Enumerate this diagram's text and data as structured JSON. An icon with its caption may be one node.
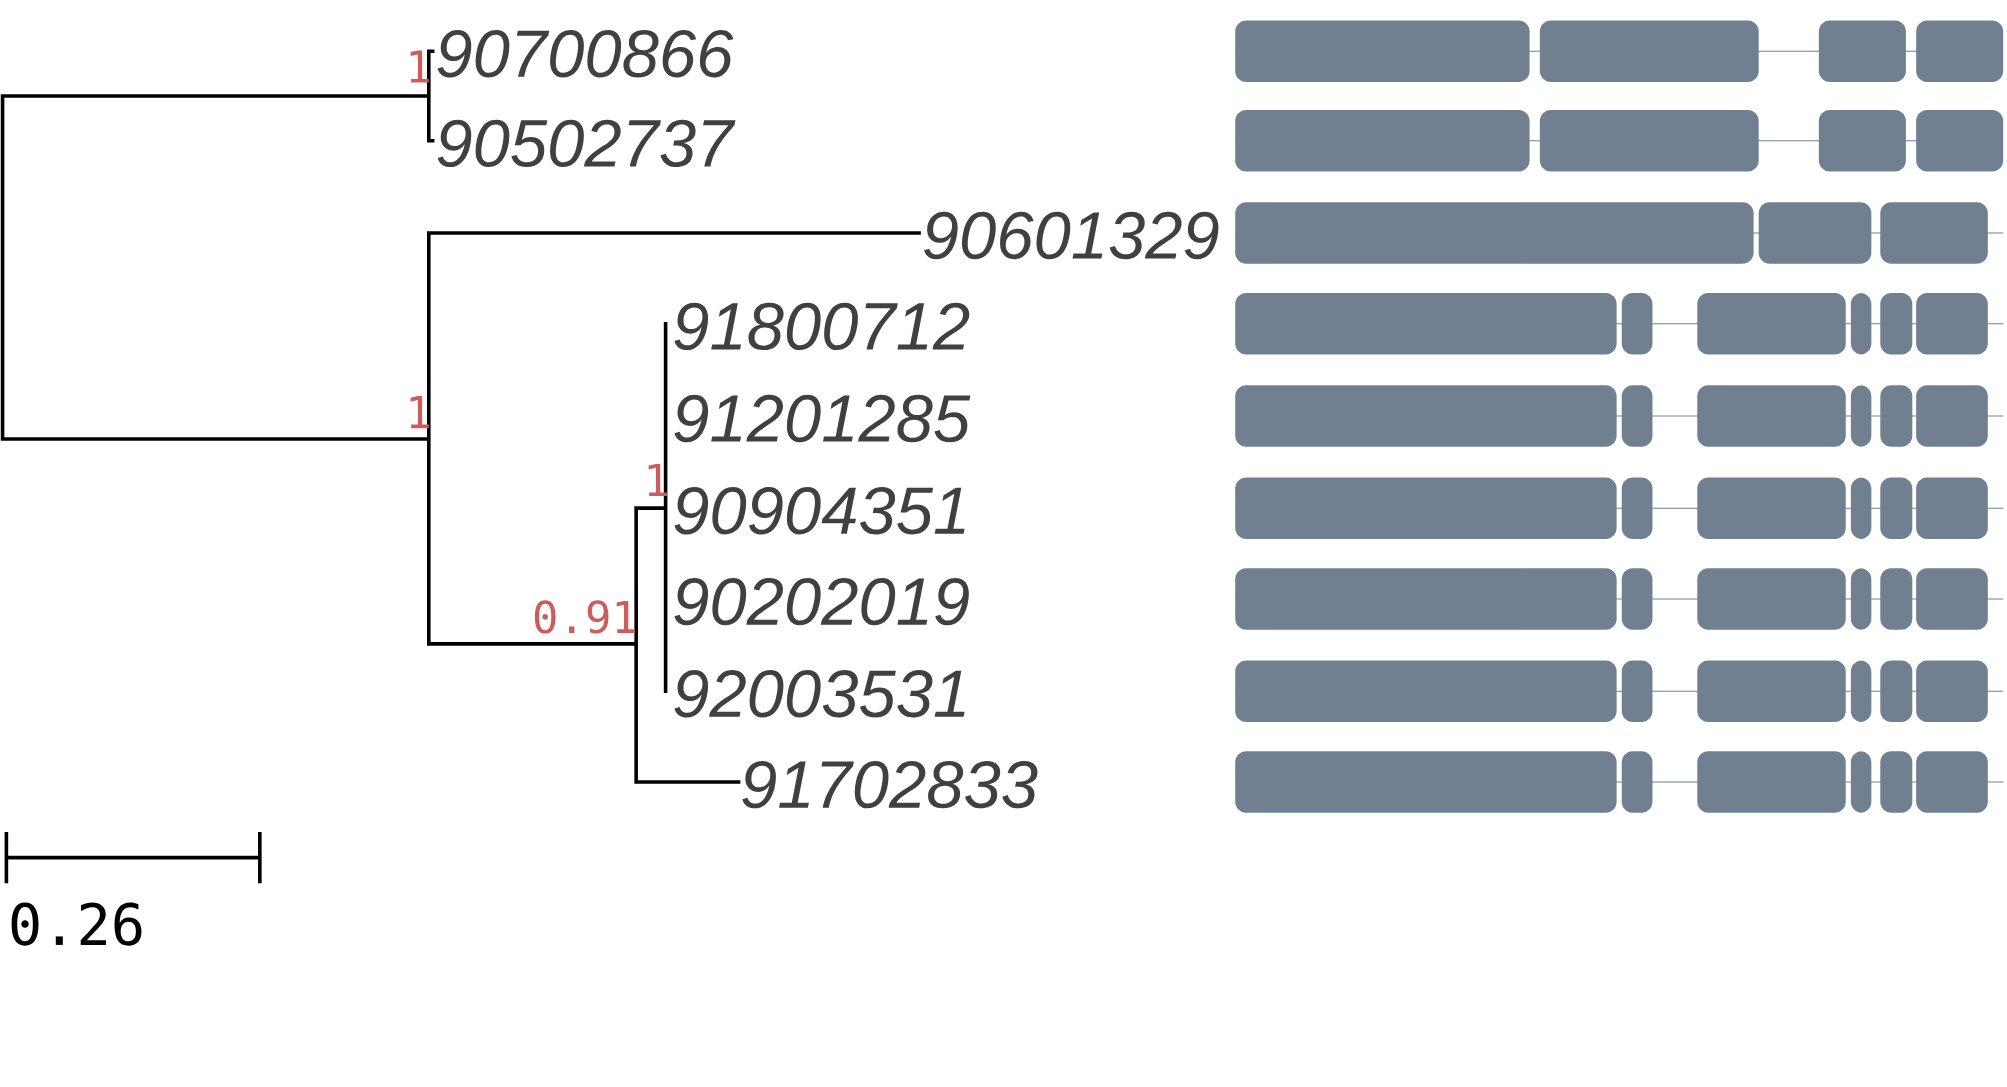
{
  "diagram": {
    "labels": [
      "90700866",
      "1",
      "90502737",
      "90601329",
      "91800712",
      "1",
      "91201285",
      "1",
      "90904351",
      "90202019",
      "0.91",
      "92003531",
      "91702833",
      "0.26"
    ]
  }
}
